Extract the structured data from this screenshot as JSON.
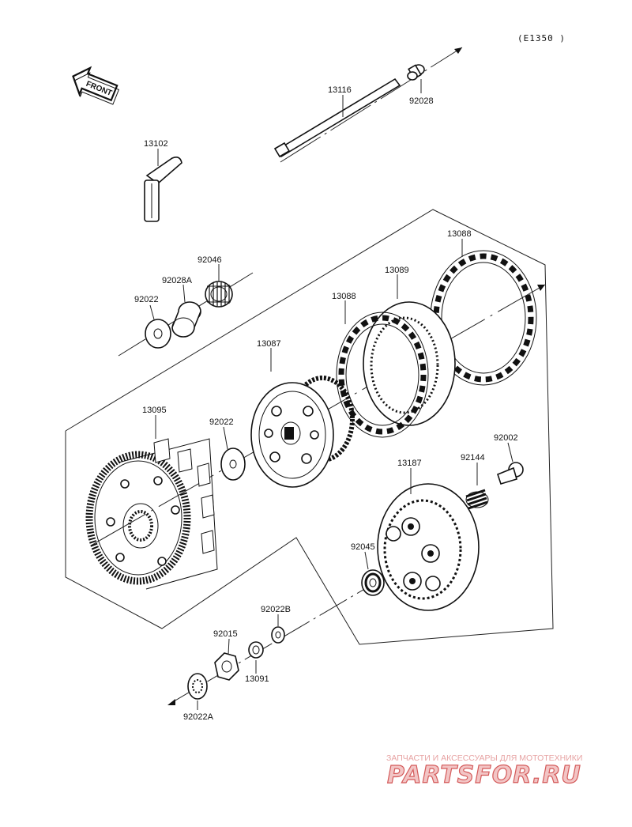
{
  "diagram": {
    "code": "(E1350 )",
    "front_label": "FRONT",
    "parts": [
      {
        "id": "13116",
        "label": "13116"
      },
      {
        "id": "92028",
        "label": "92028"
      },
      {
        "id": "13102",
        "label": "13102"
      },
      {
        "id": "92046",
        "label": "92046"
      },
      {
        "id": "92028A",
        "label": "92028A"
      },
      {
        "id": "92022_a",
        "label": "92022"
      },
      {
        "id": "13088_a",
        "label": "13088"
      },
      {
        "id": "13089",
        "label": "13089"
      },
      {
        "id": "13088_b",
        "label": "13088"
      },
      {
        "id": "13087",
        "label": "13087"
      },
      {
        "id": "13095",
        "label": "13095"
      },
      {
        "id": "92022_b",
        "label": "92022"
      },
      {
        "id": "92002",
        "label": "92002"
      },
      {
        "id": "92144",
        "label": "92144"
      },
      {
        "id": "13187",
        "label": "13187"
      },
      {
        "id": "92045",
        "label": "92045"
      },
      {
        "id": "92022B",
        "label": "92022B"
      },
      {
        "id": "92015",
        "label": "92015"
      },
      {
        "id": "13091",
        "label": "13091"
      },
      {
        "id": "92022A",
        "label": "92022A"
      }
    ]
  },
  "watermark": {
    "line1": "ЗАПЧАСТИ И АКСЕССУАРЫ ДЛЯ МОТОТЕХНИКИ",
    "line2": "PARTSFOR.RU"
  }
}
